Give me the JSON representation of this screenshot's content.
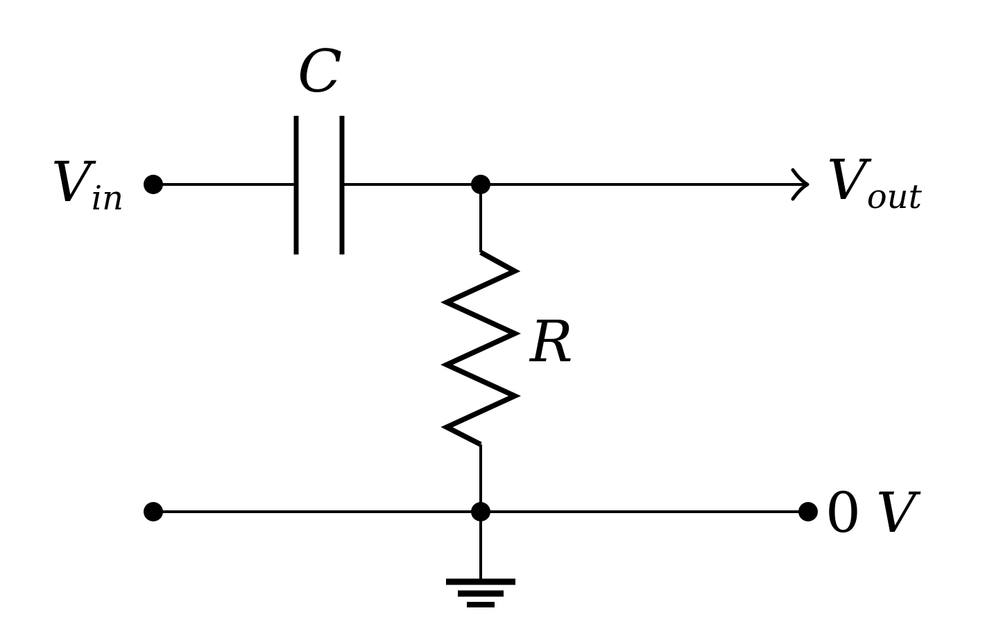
{
  "diagram": {
    "type": "circuit-schematic",
    "colors": {
      "background": "#ffffff",
      "ink": "#000000"
    },
    "labels": {
      "input": {
        "main": "V",
        "sub": "in"
      },
      "output": {
        "main": "V",
        "sub": "out"
      },
      "capacitor": "C",
      "resistor": "R",
      "reference": {
        "value": "0",
        "unit": "V"
      }
    },
    "icons": {
      "terminals": "filled-dot",
      "output_marker": "curved-arrowhead",
      "ground_marker": "earth-symbol-three-bars"
    }
  }
}
